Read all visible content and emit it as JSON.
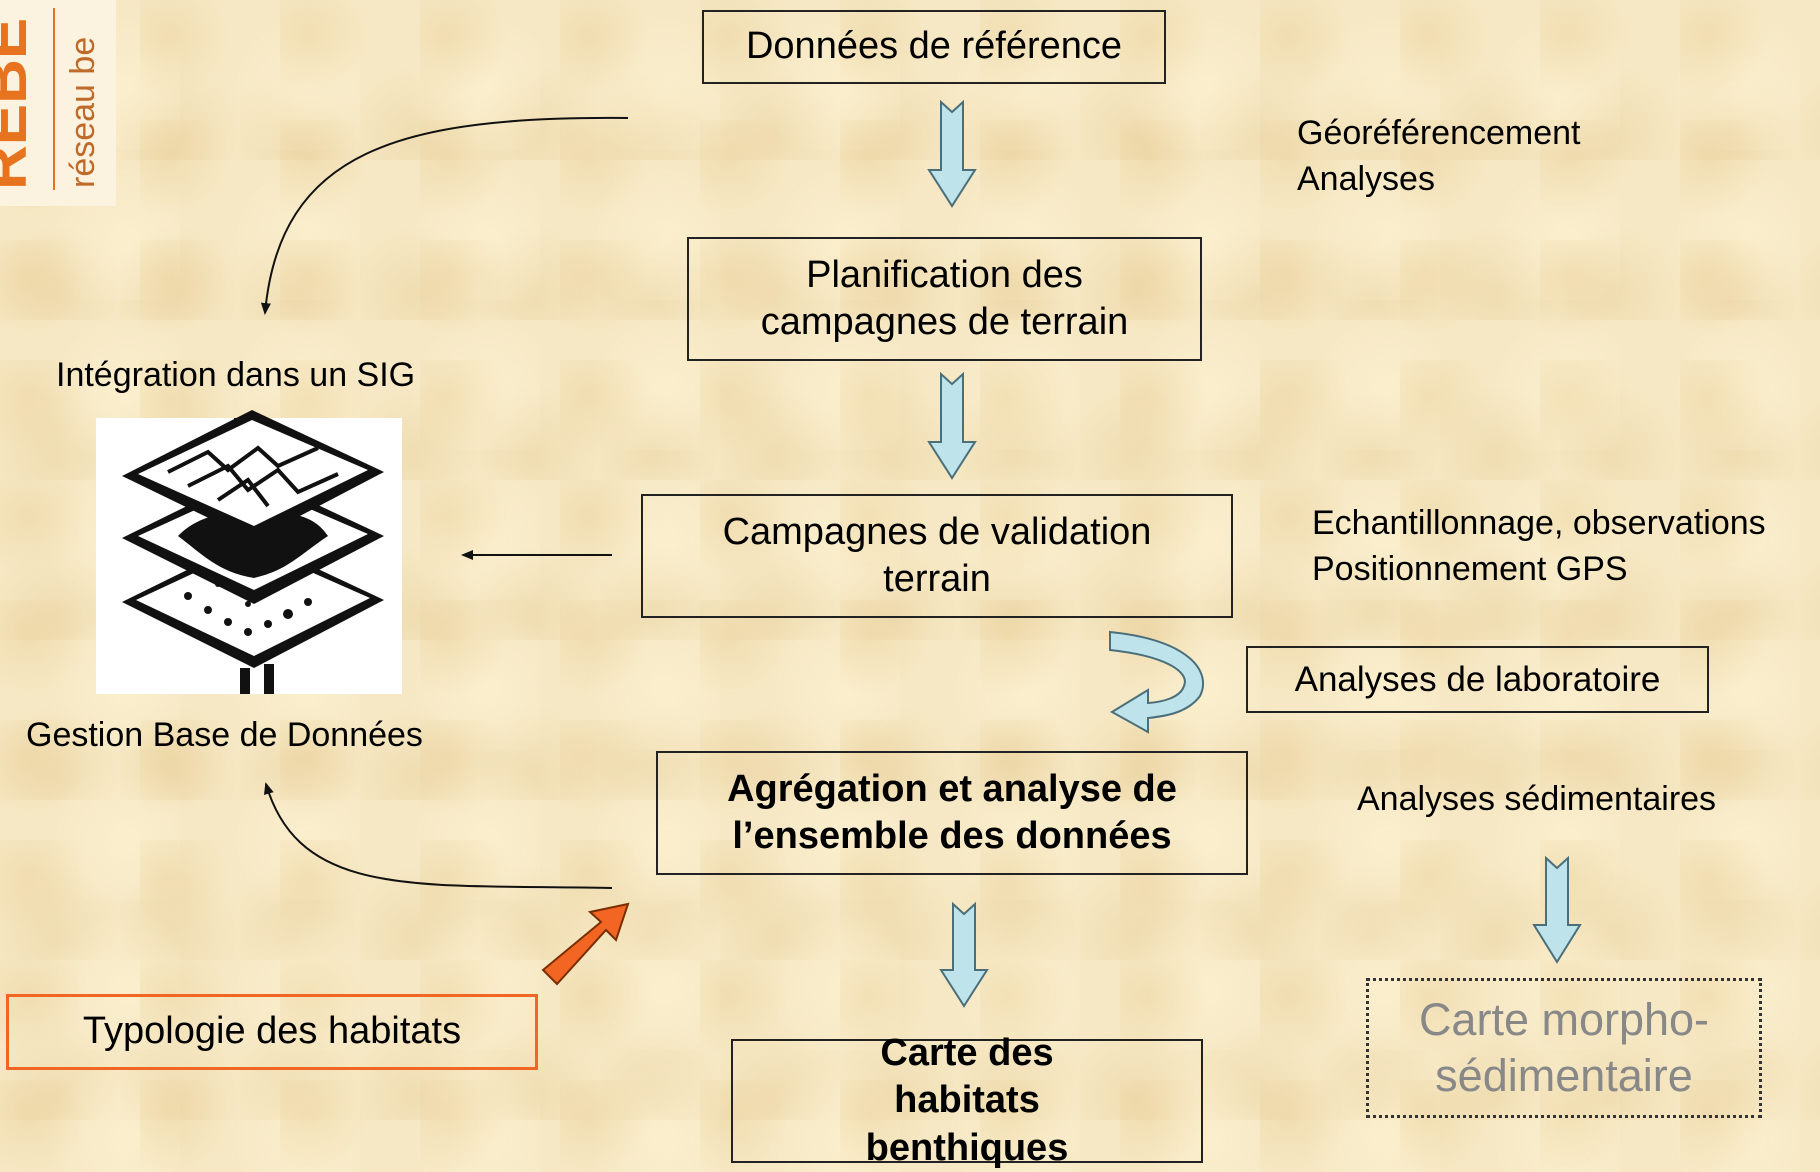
{
  "logo": {
    "main_text": "REBE",
    "sub_text": "réseau be"
  },
  "boxes": {
    "donnees_reference": "Données de référence",
    "planification": "Planification des campagnes de terrain",
    "campagnes_validation": "Campagnes de validation terrain",
    "agregation": "Agrégation et analyse de l’ensemble des données",
    "carte_habitats": "Carte des habitats benthiques",
    "analyses_laboratoire": "Analyses de laboratoire",
    "typologie": "Typologie des habitats",
    "carte_morpho": "Carte morpho-sédimentaire"
  },
  "labels": {
    "georeferencement": "Géoréférencement",
    "analyses": "Analyses",
    "echantillonnage": "Echantillonnage, observations",
    "positionnement": "Positionnement GPS",
    "analyses_sedimentaires": "Analyses sédimentaires",
    "integration_sig": "Intégration dans un SIG",
    "gestion_bd": "Gestion Base de Données"
  },
  "colors": {
    "background": "#f6e8c4",
    "arrow_fill": "#bfe3ea",
    "orange": "#f26522",
    "logo_orange": "#e8731e",
    "grey_text": "#888888"
  }
}
